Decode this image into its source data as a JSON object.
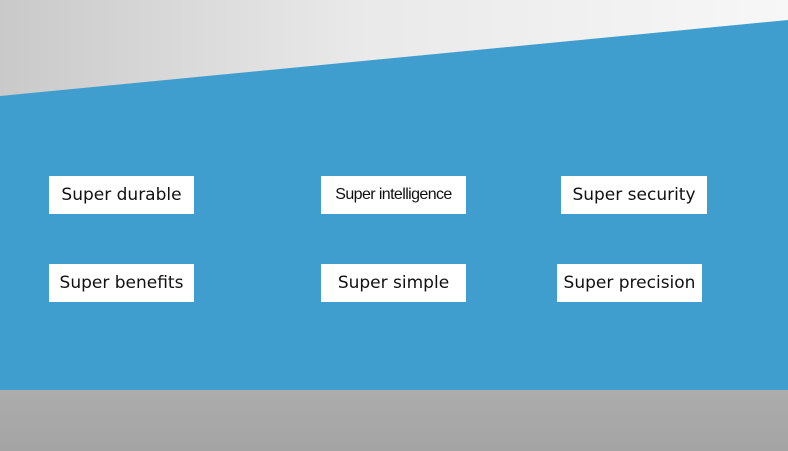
{
  "slide": {
    "colors": {
      "accent_panel": "#409ecf",
      "top_background": "#e9e9e9",
      "bottom_band": "#a8a8a8",
      "box_fill": "#ffffff",
      "text": "#111111"
    },
    "features": [
      {
        "label": "Super durable"
      },
      {
        "label": "Super intelligence"
      },
      {
        "label": "Super security"
      },
      {
        "label": "Super benefits"
      },
      {
        "label": "Super simple"
      },
      {
        "label": "Super precision"
      }
    ]
  }
}
